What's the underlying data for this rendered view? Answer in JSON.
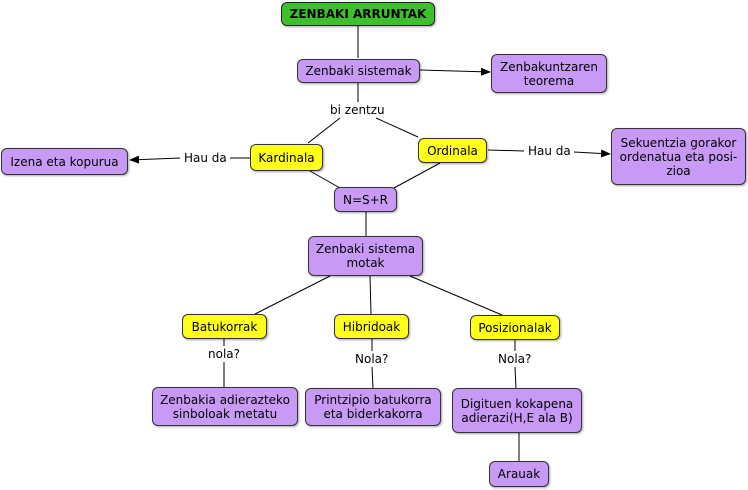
{
  "nodes": {
    "root": "ZENBAKI ARRUNTAK",
    "zenbaki_sistemak": "Zenbaki sistemak",
    "zenbakuntzaren_teorema": "Zenbakuntzaren teorema",
    "kardinala": "Kardinala",
    "ordinala": "Ordinala",
    "izena_eta_kopurua": "Izena eta kopurua",
    "sekuentzia": "Sekuentzia gorakor ordenatua eta posi-zioa",
    "nsr": "N=S+R",
    "sistema_motak": "Zenbaki sistema motak",
    "batukorrak": "Batukorrak",
    "hibridoak": "Hibridoak",
    "posizionalak": "Posizionalak",
    "batukor_desc": "Zenbakia adierazteko sinboloak metatu",
    "hibrido_desc": "Printzipio batukorra eta biderkakorra",
    "posizional_desc": "Digituen kokapena adierazi(H,E ala B)",
    "arauak": "Arauak"
  },
  "labels": {
    "bi_zentzu": "bi zentzu",
    "hau_da_left": "Hau da",
    "hau_da_right": "Hau da",
    "nola_1": "nola?",
    "nola_2": "Nola?",
    "nola_3": "Nola?"
  },
  "colors": {
    "root": "#3ec02c",
    "concept": "#c89af5",
    "highlight": "#ffff1a",
    "line": "#000000"
  }
}
